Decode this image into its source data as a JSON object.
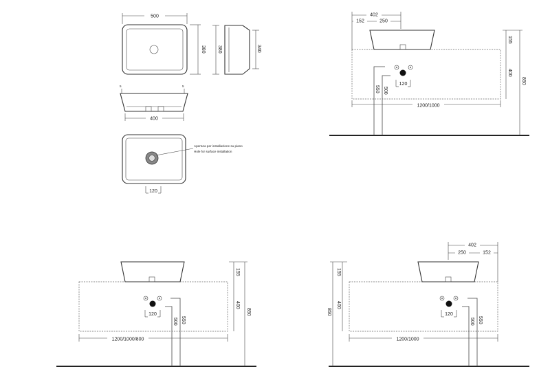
{
  "top_view": {
    "width_label": "500",
    "depth_label": "380"
  },
  "side_view": {
    "height_outer_label": "380",
    "height_inner_label": "340"
  },
  "front_view": {
    "width_label": "400",
    "edge_left_label": "5",
    "edge_right_label": "5"
  },
  "bottom_view": {
    "note_it": "Apertura per installazione su piano",
    "note_en": "Hole for surface installation",
    "pipe_spacing_label": "120"
  },
  "elev_a": {
    "basin_width_label": "402",
    "left_offset_label": "152",
    "center_offset_label": "250",
    "top_height_label": "155",
    "cabinet_height_label": "400",
    "total_height_label": "850",
    "pipe_spacing_label": "120",
    "drain_height_label": "550",
    "water_height_label": "500",
    "cabinet_width_label": "1200/1000"
  },
  "elev_b": {
    "top_height_label": "155",
    "cabinet_height_label": "400",
    "total_height_label": "850",
    "pipe_spacing_label": "120",
    "water_height_label": "500",
    "drain_height_label": "550",
    "cabinet_width_label": "1200/1000/800"
  },
  "elev_c": {
    "basin_width_label": "402",
    "center_offset_label": "250",
    "right_offset_label": "152",
    "top_height_label": "155",
    "cabinet_height_label": "400",
    "total_height_label": "850",
    "pipe_spacing_label": "120",
    "water_height_label": "500",
    "drain_height_label": "550",
    "cabinet_width_label": "1200/1000"
  },
  "colors": {
    "line": "#333333",
    "background": "#ffffff"
  }
}
